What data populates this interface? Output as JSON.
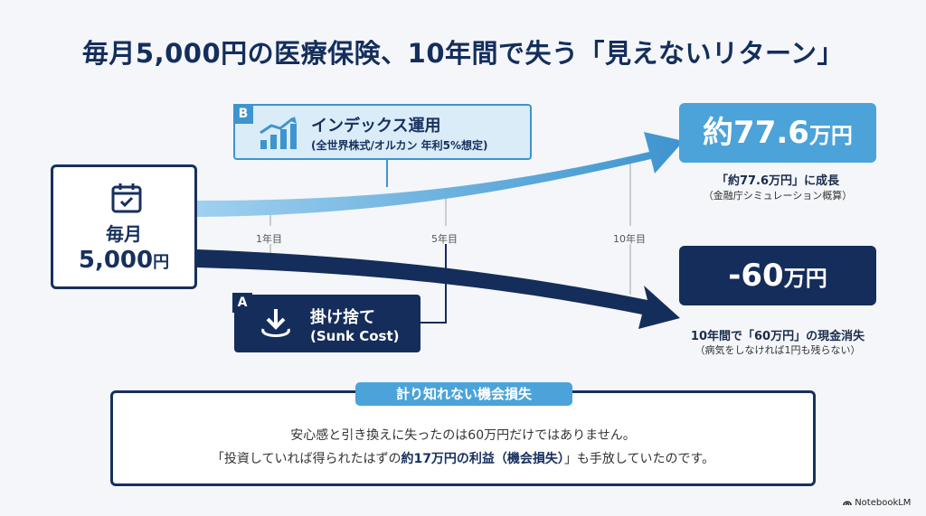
{
  "title": "毎月5,000円の医療保険、10年間で失う「見えないリターン」",
  "start": {
    "line1": "毎月",
    "amount": "5,000",
    "unit": "円"
  },
  "invest": {
    "tag": "B",
    "title": "インデックス運用",
    "subtitle": "(全世界株式/オルカン 年利5%想定)",
    "result_amount": "約77.6",
    "result_unit": "万円",
    "note1": "「約77.6万円」に成長",
    "note2": "（金融庁シミュレーション概算）",
    "color": "#4ba3d9"
  },
  "insurance": {
    "tag": "A",
    "title": "掛け捨て",
    "subtitle": "(Sunk Cost)",
    "result_amount": "-60",
    "result_unit": "万円",
    "note1": "10年間で「60万円」の現金消失",
    "note2": "（病気をしなければ1円も残らない）",
    "color": "#152d5a"
  },
  "ticks": [
    "1年目",
    "5年目",
    "10年目"
  ],
  "opportunity": {
    "heading": "計り知れない機会損失",
    "line1": "安心感と引き換えに失ったのは60万円だけではありません。",
    "line2_pre": "「投資していれば得られたはずの",
    "line2_bold": "約17万円の利益（機会損失）",
    "line2_post": "」も手放していたのです。"
  },
  "brand": "NotebookLM"
}
